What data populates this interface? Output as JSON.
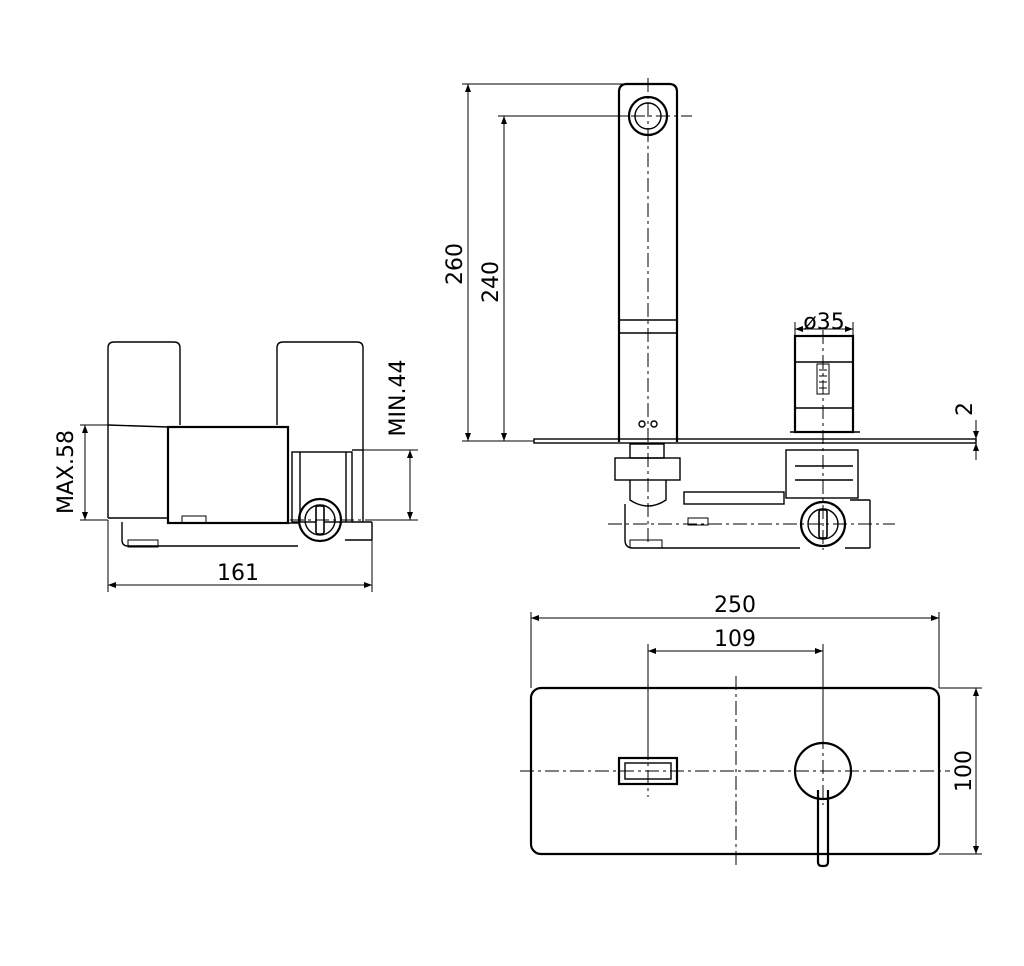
{
  "dimensions": {
    "side_width": "161",
    "side_max_height": "MAX.58",
    "side_min_height": "MIN.44",
    "spout_total_height": "260",
    "spout_outlet_height": "240",
    "handle_diameter": "ø35",
    "plate_thickness": "2",
    "plate_width": "250",
    "centre_distance": "109",
    "plate_height": "100"
  }
}
